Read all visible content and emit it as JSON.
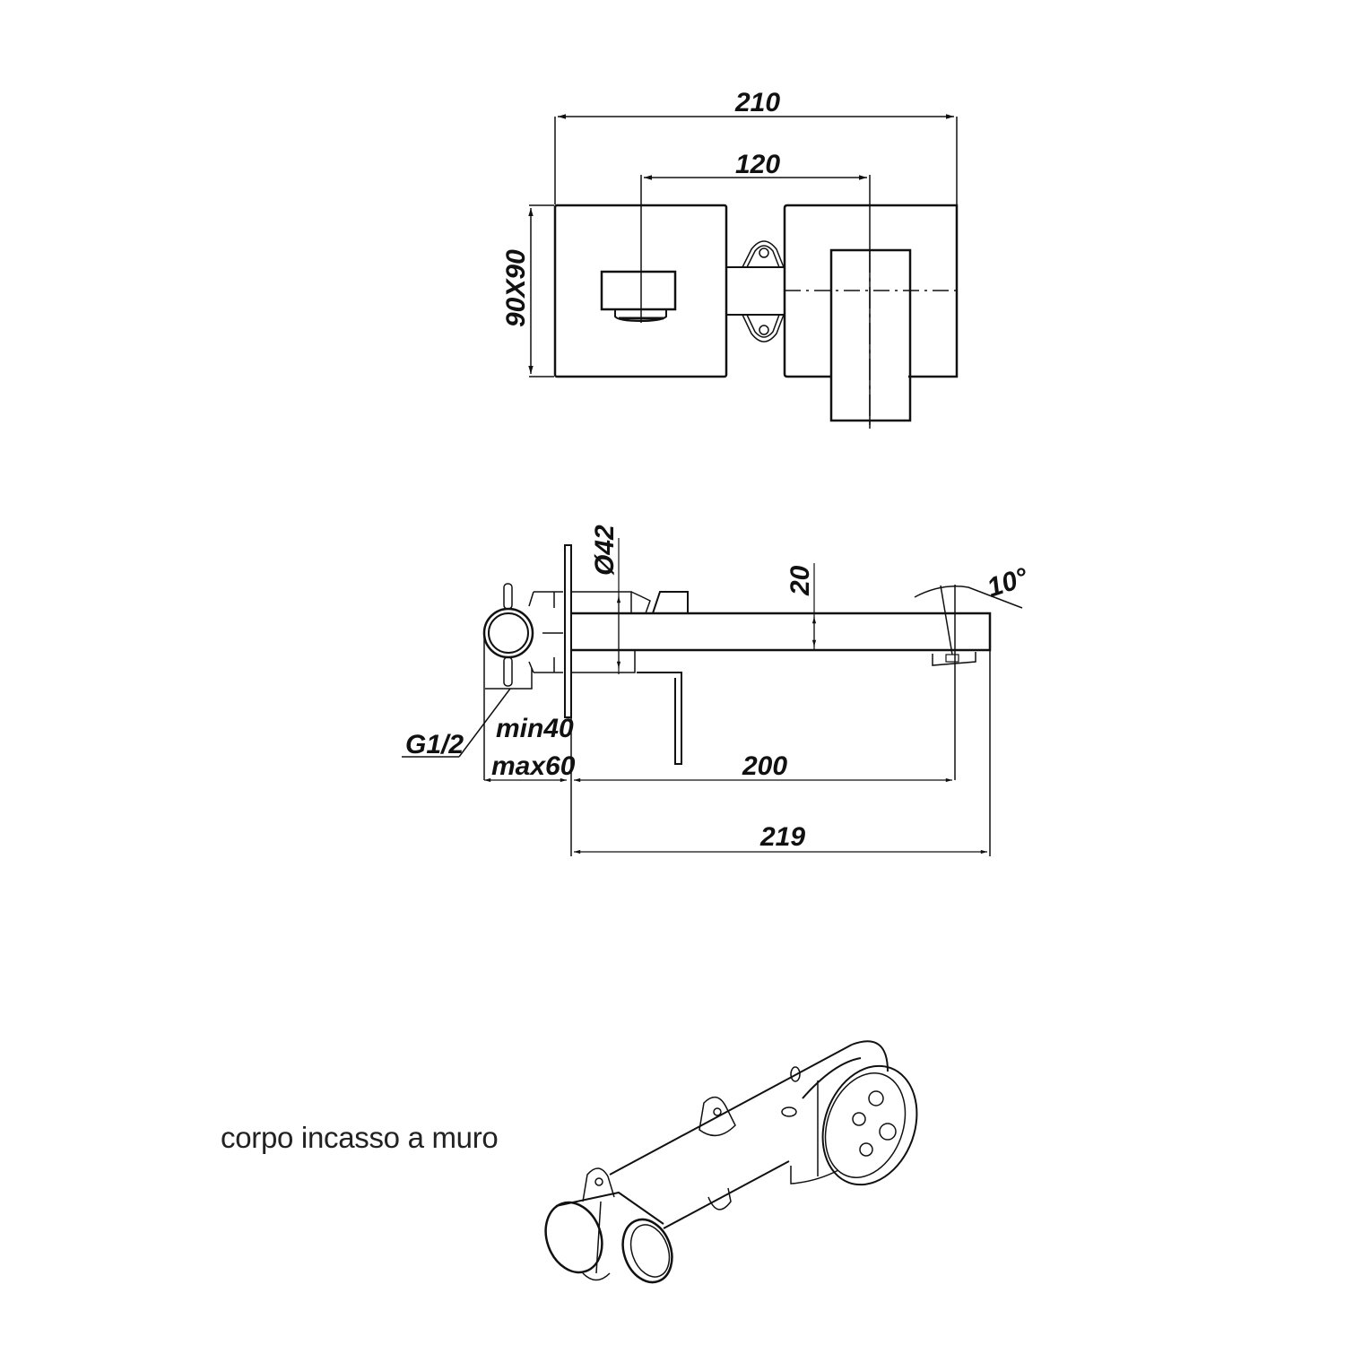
{
  "drawing": {
    "title": "Wall-mounted basin mixer technical drawing",
    "line_color": "#111111",
    "background": "#ffffff"
  },
  "top_view": {
    "dim_overall_width": "210",
    "dim_center_distance": "120",
    "dim_plate_size": "90X90"
  },
  "side_view": {
    "dim_diameter": "Ø42",
    "dim_spout_height": "20",
    "dim_angle": "10°",
    "dim_thread": "G1/2",
    "dim_depth_min": "min40",
    "dim_depth_max": "max60",
    "dim_spout_reach": "200",
    "dim_total_length": "219"
  },
  "iso_view": {
    "caption": "corpo incasso a muro"
  }
}
